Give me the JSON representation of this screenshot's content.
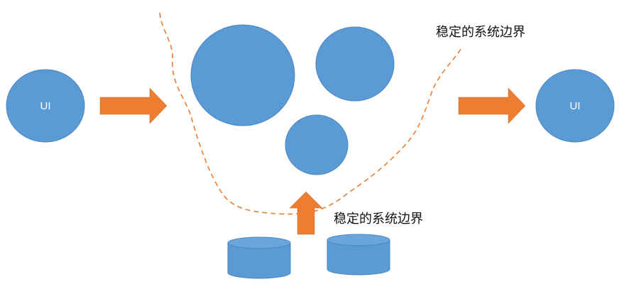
{
  "diagram": {
    "left_node": {
      "label": "UI"
    },
    "right_node": {
      "label": "UI"
    },
    "boundary_label_top": "稳定的系统边界",
    "boundary_label_bottom": "稳定的系统边界"
  },
  "colors": {
    "node_fill": "#5b9bd5",
    "node_stroke": "#4a86c0",
    "arrow_fill": "#ed7d31",
    "boundary_stroke": "#ed7d31",
    "cylinder_top": "#6aa6dc",
    "cylinder_body": "#5b9bd5"
  }
}
